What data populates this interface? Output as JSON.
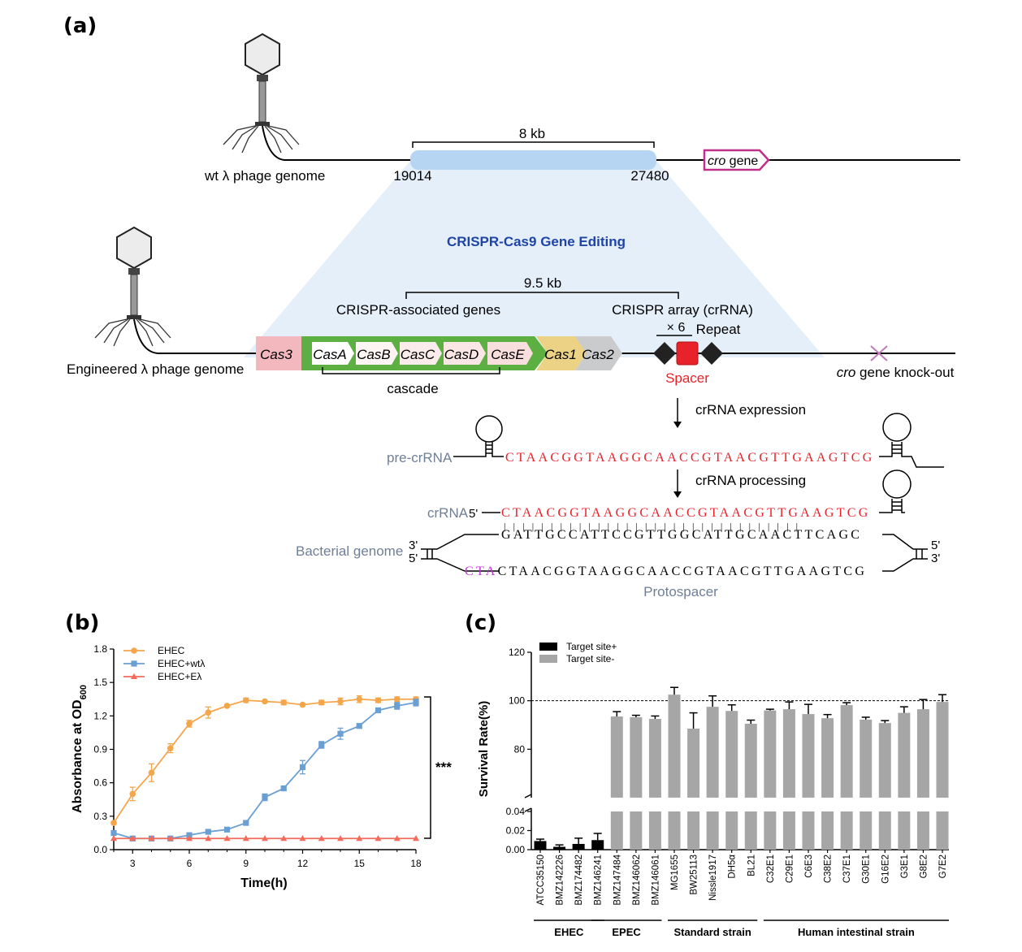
{
  "panel_a": {
    "label": "(a)",
    "wt": {
      "genome_label": "wt λ phage genome",
      "region_size": "8 kb",
      "start_pos": "19014",
      "end_pos": "27480",
      "cro_italic": "cro",
      "cro_rest": " gene"
    },
    "editing_title": "CRISPR-Cas9 Gene Editing",
    "engineered": {
      "genome_label": "Engineered λ phage genome",
      "insert_size": "9.5 kb",
      "assoc_genes_label": "CRISPR-associated genes",
      "array_label": "CRISPR array (crRNA)",
      "genes": [
        "Cas3",
        "CasA",
        "CasB",
        "CasC",
        "CasD",
        "CasE",
        "Cas1",
        "Cas2"
      ],
      "cascade_label": "cascade",
      "repeat_count": "× 6",
      "repeat_label": "Repeat",
      "spacer_label": "Spacer",
      "knockout_italic": "cro",
      "knockout_rest": " gene knock-out"
    },
    "crrna_expression": "crRNA expression",
    "crrna_processing": "crRNA processing",
    "pre_crrna_label": "pre-crRNA",
    "pre_crrna_seq": "CTAACGGTAAGGCAACCGTAACGTTGAAGTCG",
    "crrna_label": "crRNA",
    "crrna_five": "5'",
    "crrna_seq": "CTAACGGTAAGGCAACCGTAACGTTGAAGTCG",
    "pairing": "| | | | | | | | | | | | | | | | | | | | | | | | | | | | | | | |",
    "complement_seq": "GATTGCCATTCCGTTGGCATTGCAACTTCAGC",
    "bacterial_label": "Bacterial genome",
    "bg_three": "3'",
    "bg_five": "5'",
    "right_five": "5'",
    "right_three": "3'",
    "pam": "CTA",
    "protospacer_seq": "CTAACGGTAAGGCAACCGTAACGTTGAAGTCG",
    "protospacer_label": "Protospacer",
    "colors": {
      "red": "#e8222a",
      "magenta": "#c0308a",
      "navy": "#1f44a8",
      "slate": "#6f7f96",
      "green": "#5cb042"
    }
  },
  "panel_b": {
    "label": "(b)",
    "significance": "***",
    "chart_data": {
      "type": "line",
      "xlabel": "Time(h)",
      "ylabel_main": "Absorbance at OD",
      "ylabel_sub": "600",
      "xlim": [
        2,
        18
      ],
      "ylim": [
        0,
        1.8
      ],
      "xticks": [
        "3",
        "6",
        "9",
        "12",
        "15",
        "18"
      ],
      "yticks": [
        "0.0",
        "0.3",
        "0.6",
        "0.9",
        "1.2",
        "1.5",
        "1.8"
      ],
      "legend_position": "top-left",
      "series": [
        {
          "name": "EHEC",
          "color": "#f5a54a",
          "marker": "circle",
          "x": [
            2,
            3,
            4,
            5,
            6,
            7,
            8,
            9,
            10,
            11,
            12,
            13,
            14,
            15,
            16,
            17,
            18
          ],
          "y": [
            0.24,
            0.5,
            0.69,
            0.91,
            1.13,
            1.23,
            1.29,
            1.34,
            1.33,
            1.32,
            1.3,
            1.32,
            1.33,
            1.35,
            1.34,
            1.35,
            1.35
          ],
          "err": [
            0.01,
            0.06,
            0.08,
            0.04,
            0.03,
            0.05,
            0.01,
            0.02,
            0.01,
            0.02,
            0.01,
            0.02,
            0.03,
            0.03,
            0.02,
            0.02,
            0.02
          ]
        },
        {
          "name": "EHEC+wtλ",
          "color": "#6a9fd4",
          "marker": "square",
          "x": [
            2,
            3,
            4,
            5,
            6,
            7,
            8,
            9,
            10,
            11,
            12,
            13,
            14,
            15,
            16,
            17,
            18
          ],
          "y": [
            0.15,
            0.1,
            0.1,
            0.1,
            0.13,
            0.16,
            0.18,
            0.24,
            0.47,
            0.55,
            0.74,
            0.94,
            1.04,
            1.11,
            1.25,
            1.29,
            1.32
          ],
          "err": [
            0.02,
            0.01,
            0.01,
            0.01,
            0.01,
            0.01,
            0.01,
            0.02,
            0.03,
            0.02,
            0.06,
            0.03,
            0.05,
            0.02,
            0.02,
            0.03,
            0.03
          ]
        },
        {
          "name": "EHEC+Eλ",
          "color": "#f26b5b",
          "marker": "triangle",
          "x": [
            2,
            3,
            4,
            5,
            6,
            7,
            8,
            9,
            10,
            11,
            12,
            13,
            14,
            15,
            16,
            17,
            18
          ],
          "y": [
            0.1,
            0.1,
            0.1,
            0.1,
            0.1,
            0.1,
            0.1,
            0.1,
            0.1,
            0.1,
            0.1,
            0.1,
            0.1,
            0.1,
            0.1,
            0.1,
            0.1
          ],
          "err": [
            0,
            0,
            0,
            0,
            0,
            0,
            0,
            0,
            0,
            0,
            0,
            0,
            0,
            0,
            0,
            0,
            0
          ]
        }
      ]
    }
  },
  "panel_c": {
    "label": "(c)",
    "chart_data": {
      "type": "bar",
      "ylabel": "Survival Rate(%)",
      "upper_ylim": [
        60,
        120
      ],
      "upper_ticks": [
        "80",
        "100",
        "120"
      ],
      "lower_ylim": [
        0,
        0.04
      ],
      "lower_ticks": [
        "0.00",
        "0.02",
        "0.04"
      ],
      "reference_line": 100,
      "legend": [
        "Target site+",
        "Target site-"
      ],
      "legend_colors": [
        "#000000",
        "#a6a6a6"
      ],
      "categories": [
        "ATCC35150",
        "BMZ142226",
        "BMZ174482",
        "BMZ146241",
        "BMZ147484",
        "BMZ146062",
        "BMZ146061",
        "MG1655",
        "BW25113",
        "Nissle1917",
        "DH5α",
        "BL21",
        "C32E1",
        "C29E1",
        "C6E3",
        "C38E2",
        "C37E1",
        "G30E1",
        "G16E2",
        "G3E1",
        "G8E2",
        "G7E2"
      ],
      "values": [
        0.009,
        0.003,
        0.006,
        0.01,
        93.5,
        93.2,
        92.5,
        102.5,
        88.5,
        97.5,
        95.8,
        90.5,
        96.0,
        96.5,
        94.5,
        92.8,
        98.2,
        92.2,
        90.8,
        95.0,
        96.5,
        99.5
      ],
      "errors": [
        0.002,
        0.002,
        0.006,
        0.007,
        2.0,
        0.8,
        1.2,
        3.0,
        6.5,
        4.5,
        2.5,
        1.5,
        0.5,
        3.0,
        4.0,
        1.5,
        1.0,
        1.0,
        1.0,
        2.5,
        4.0,
        3.0
      ],
      "target_site": [
        "+",
        "+",
        "+",
        "+",
        "-",
        "-",
        "-",
        "-",
        "-",
        "-",
        "-",
        "-",
        "-",
        "-",
        "-",
        "-",
        "-",
        "-",
        "-",
        "-",
        "-",
        "-"
      ],
      "groups": [
        {
          "name": "EHEC",
          "from": 0,
          "to": 3
        },
        {
          "name": "EPEC",
          "from": 3,
          "to": 6
        },
        {
          "name": "Standard strain",
          "from": 7,
          "to": 11
        },
        {
          "name": "Human intestinal strain",
          "from": 12,
          "to": 21
        }
      ]
    }
  }
}
